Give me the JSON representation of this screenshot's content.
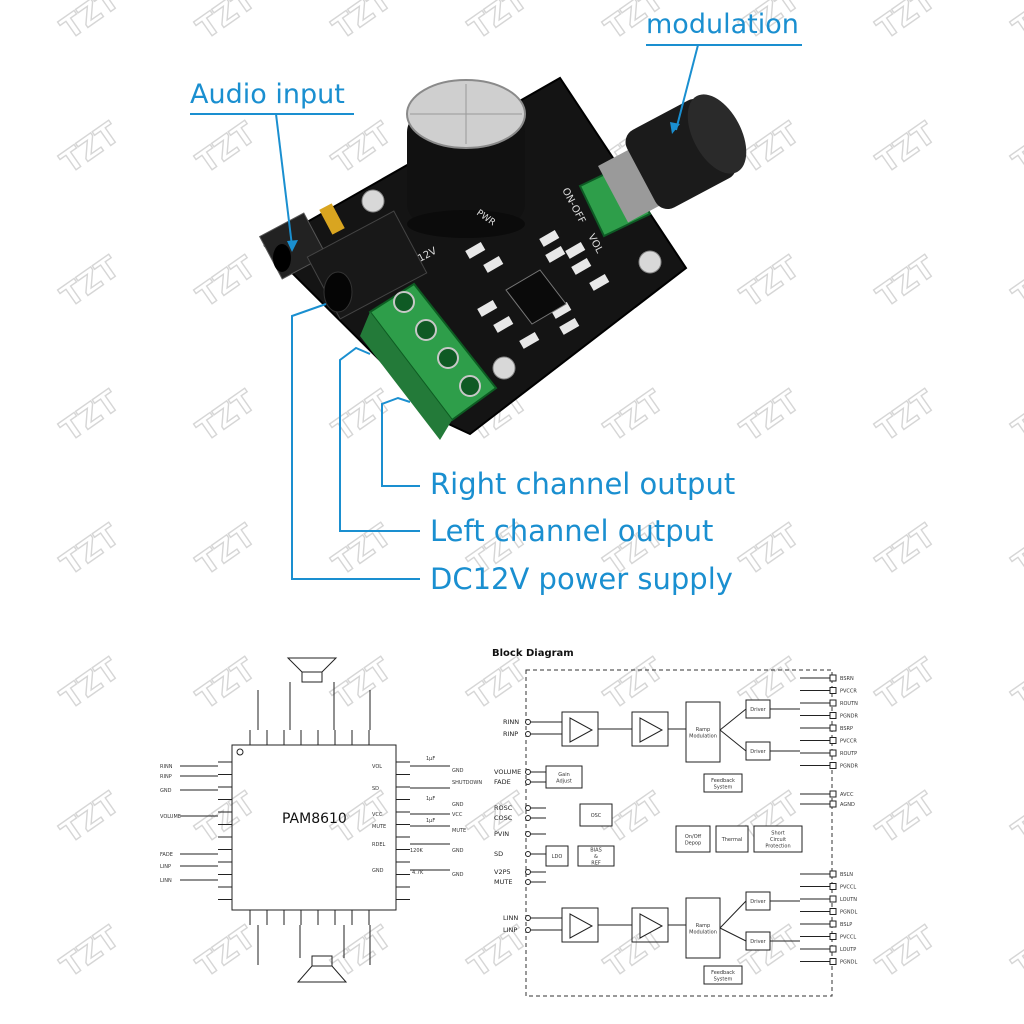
{
  "callouts": {
    "modulation": "modulation",
    "audio_input": "Audio input",
    "right_channel": "Right channel output",
    "left_channel": "Left channel output",
    "power_supply": "DC12V power supply"
  },
  "board": {
    "silkscreen_on_off": "ON-OFF",
    "silkscreen_vol": "VOL",
    "silkscreen_pwr": "PWR",
    "silkscreen_12v": "12V",
    "color_pcb": "#141414",
    "color_terminal": "#2e9e4a",
    "color_knob": "#1b1b1b"
  },
  "schematic": {
    "chip_label": "PAM8610",
    "left_pins": [
      "RINN",
      "RINP",
      "GND",
      "VOLUME",
      "FADE",
      "LINP",
      "LINN"
    ],
    "right_pins": [
      "VOL",
      "SD",
      "VCC",
      "MUTE",
      "RDEL",
      "GND"
    ],
    "right_notes": [
      "GND",
      "SHUTDOWN",
      "GND",
      "VCC",
      "MUTE",
      "GND",
      "GND"
    ],
    "values": [
      "1µF",
      "1µF",
      "1µF",
      "120K",
      "4.7K"
    ]
  },
  "block_diagram": {
    "title": "Block Diagram",
    "inputs_top": [
      "RINN",
      "RINP"
    ],
    "inputs_mid": [
      "VOLUME",
      "FADE",
      "ROSC",
      "COSC",
      "PVIN",
      "SD",
      "V2P5",
      "MUTE"
    ],
    "inputs_bottom": [
      "LINN",
      "LINP"
    ],
    "blocks": [
      "Gain Adjust",
      "OSC",
      "LDO",
      "BIAS & REF",
      "Driver",
      "Feedback System",
      "On/Off Depop",
      "Thermal",
      "Short Circuit Protection",
      "Ramp Modulation"
    ],
    "outputs_top": [
      "BSRN",
      "PVCCR",
      "ROUTN",
      "PGNDR",
      "BSRP",
      "PVCCR",
      "ROUTP",
      "PGNDR"
    ],
    "outputs_mid": [
      "AVCC",
      "AGND"
    ],
    "outputs_bottom": [
      "BSLN",
      "PVCCL",
      "LOUTN",
      "PGNDL",
      "BSLP",
      "PVCCL",
      "LOUTP",
      "PGNDL"
    ]
  },
  "watermark": "TZT"
}
